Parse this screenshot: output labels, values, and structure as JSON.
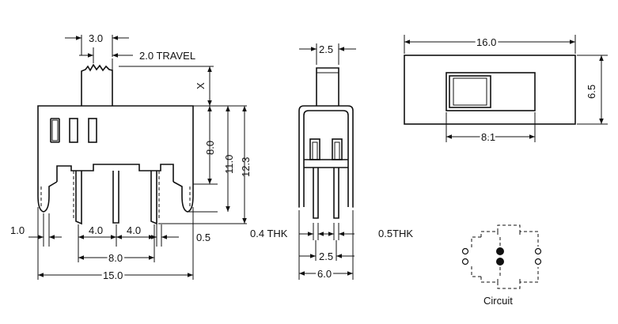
{
  "dimensions": {
    "front": {
      "actuator_width": "3.0",
      "travel": "2.0 TRAVEL",
      "actuator_height": "X",
      "height_body": "8.0",
      "height_11": "11.0",
      "height_total": "12.3",
      "pin_width": "1.0",
      "pitch_left": "4.0",
      "pitch_right": "4.0",
      "pin_thickness": "0.5",
      "pin_span": "8.0",
      "body_width": "15.0"
    },
    "side": {
      "actuator_width": "2.5",
      "thk_left": "0.4 THK",
      "thk_right": "0.5THK",
      "pin_span": "2.5",
      "body_width": "6.0"
    },
    "top": {
      "length": "16.0",
      "height": "6.5",
      "window_width": "8.1"
    }
  },
  "circuit": {
    "label": "Circuit"
  }
}
